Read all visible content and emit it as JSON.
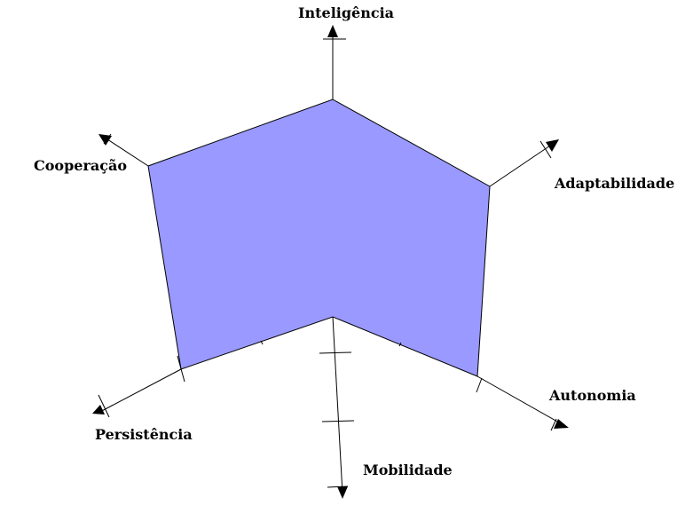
{
  "axes": [
    {
      "id": "inteligencia",
      "label": "Inteligência"
    },
    {
      "id": "adaptabilidade",
      "label": "Adaptabilidade"
    },
    {
      "id": "autonomia",
      "label": "Autonomia"
    },
    {
      "id": "mobilidade",
      "label": "Mobilidade"
    },
    {
      "id": "persistencia",
      "label": "Persistência"
    },
    {
      "id": "cooperacao",
      "label": "Cooperação"
    }
  ],
  "colors": {
    "fill": "#9999ff",
    "stroke": "#000000",
    "axis": "#000000"
  }
}
